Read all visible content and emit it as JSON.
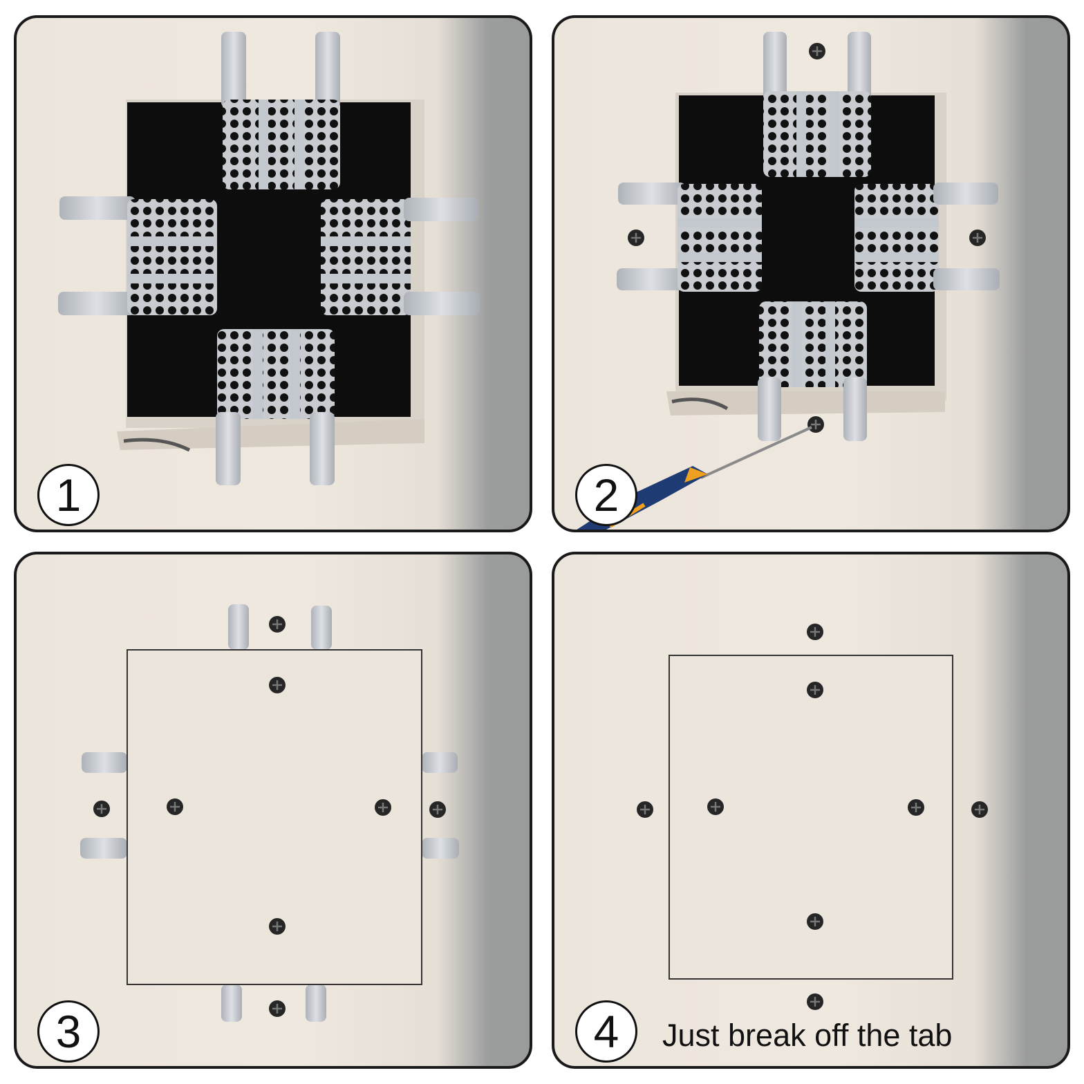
{
  "steps": [
    {
      "number": "1"
    },
    {
      "number": "2"
    },
    {
      "number": "3"
    },
    {
      "number": "4",
      "caption": "Just break off the tab"
    }
  ],
  "colors": {
    "wall": "#efe8df",
    "shadow_strip": "#9b9d9d",
    "hole": "#0d0d0d",
    "metal": "#c9cdd2",
    "screw": "#2a2a2a",
    "panel_border": "#1a1a1a",
    "screwdriver_handle": "#1f3b73",
    "screwdriver_accent": "#f0a020"
  },
  "icons": [
    "screw-icon",
    "screwdriver-icon",
    "metal-bracket-icon"
  ]
}
